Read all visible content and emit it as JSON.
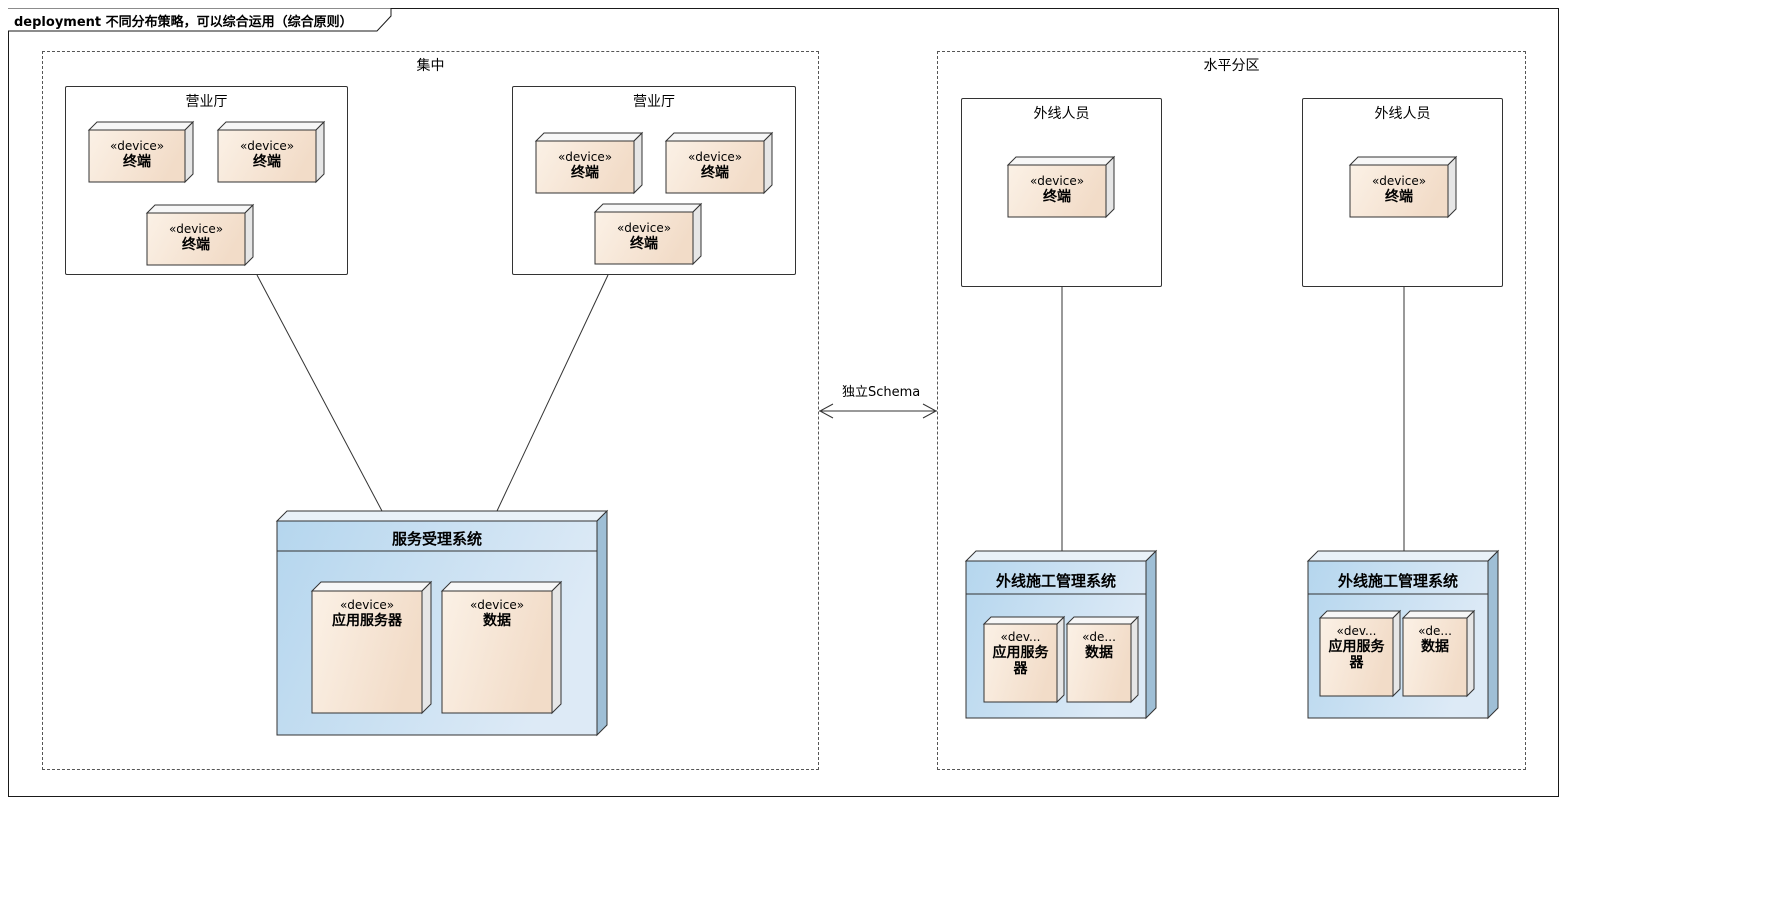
{
  "diagram": {
    "frame_title": "deployment 不同分布策略，可以综合运用（综合原则）",
    "packages": {
      "centralized": {
        "title": "集中"
      },
      "horizontal": {
        "title": "水平分区"
      }
    },
    "halls": [
      {
        "title": "营业厅"
      },
      {
        "title": "营业厅"
      }
    ],
    "field_groups": [
      {
        "title": "外线人员"
      },
      {
        "title": "外线人员"
      }
    ],
    "devices": {
      "stereotype": "«device»",
      "stereotype_short": "«dev...",
      "stereotype_short2": "«de...",
      "terminal": "终端",
      "app_server": "应用服务器",
      "app_server_wrapped": [
        "应用服务",
        "器"
      ],
      "data": "数据"
    },
    "systems": {
      "service_acceptance": "服务受理系统",
      "field_construction": "外线施工管理系统"
    },
    "connector_label": "独立Schema",
    "colors": {
      "device_fill_start": "#fbf1e6",
      "device_fill_end": "#f2dcc8",
      "system_fill_start": "#b5d6ee",
      "system_fill_end": "#ddeaf6",
      "line": "#333333"
    }
  }
}
